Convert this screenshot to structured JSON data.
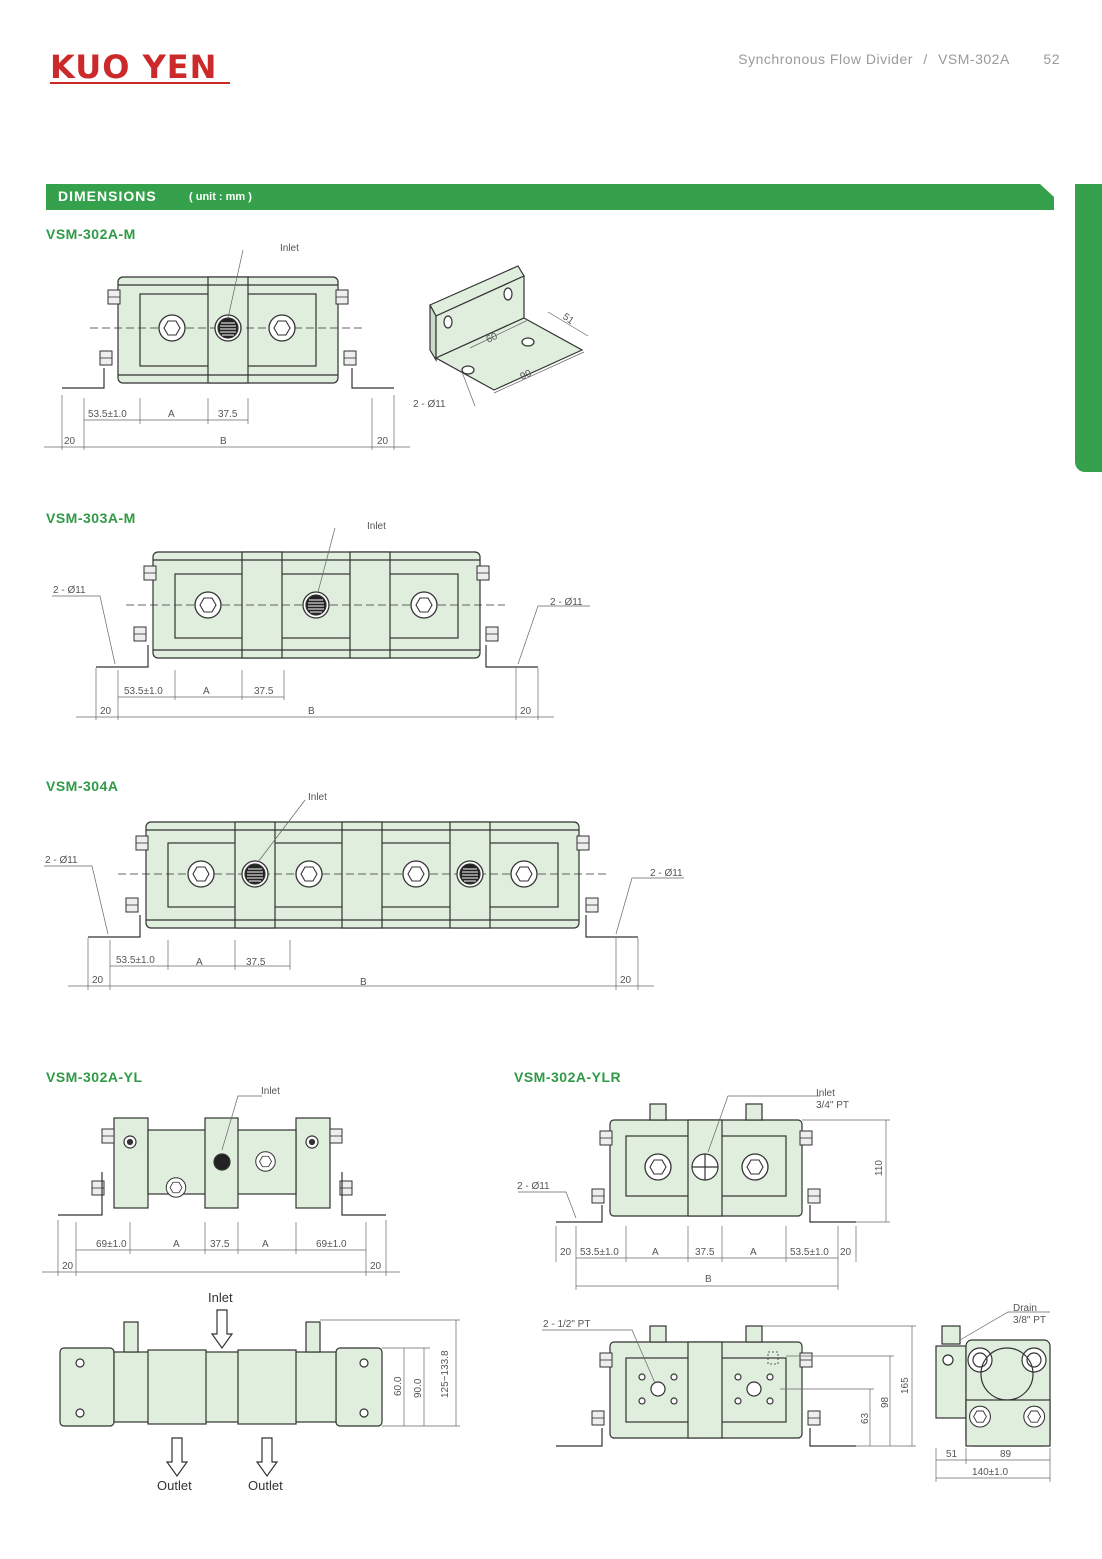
{
  "header": {
    "brand": "KUO YEN",
    "product": "Synchronous Flow Divider",
    "separator": "/",
    "model": "VSM-302A",
    "page_number": "52"
  },
  "section": {
    "title": "DIMENSIONS",
    "unit": "( unit : mm )"
  },
  "models": {
    "m1": "VSM-302A-M",
    "m2": "VSM-303A-M",
    "m3": "VSM-304A",
    "m4": "VSM-302A-YL",
    "m5": "VSM-302A-YLR"
  },
  "labels": {
    "inlet": "Inlet",
    "inlet_pt": "3/4\" PT",
    "outlet": "Outlet",
    "drain": "Drain",
    "drain_pt": "3/8\" PT",
    "hole_2x11": "2 - Ø11",
    "port_half_pt": "2 - 1/2\" PT"
  },
  "dims": {
    "d53": "53.5±1.0",
    "a": "A",
    "b": "B",
    "d375": "37.5",
    "d20": "20",
    "d60": "60",
    "d51": "51",
    "d90": "90",
    "d69": "69±1.0",
    "d110": "110",
    "d600": "60.0",
    "d900": "90.0",
    "d125": "125~133.8",
    "d165": "165",
    "d98": "98",
    "d63": "63",
    "d89": "89",
    "d140": "140±1.0"
  },
  "colors": {
    "brand_red": "#cc2a2a",
    "accent_green": "#36a14d",
    "body_fill": "#dfeedd"
  }
}
